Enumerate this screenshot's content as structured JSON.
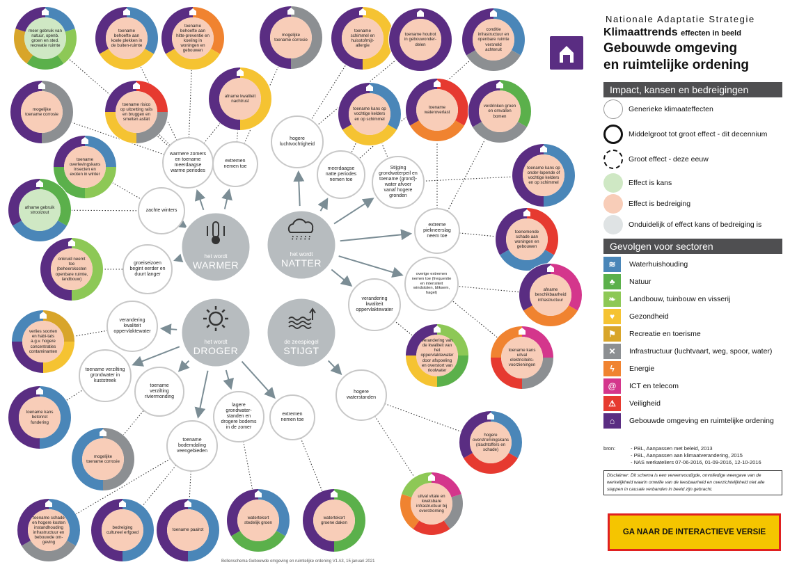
{
  "colors": {
    "water": "#4a86b8",
    "natuur": "#5bb04b",
    "landbouw": "#8dc856",
    "gezondheid": "#f5c332",
    "recreatie": "#d8a52a",
    "infra": "#8c8f92",
    "energie": "#f08330",
    "ict": "#d4368c",
    "veiligheid": "#e63a30",
    "gebouwd": "#5a2d82",
    "kans": "#cfe8c4",
    "bedreiging": "#f8cdb8",
    "onduidelijk": "#dfe3e4",
    "main": "#b7bcbf",
    "accent": "#f5c500"
  },
  "main_nodes": [
    {
      "small": "het wordt",
      "big": "WARMER",
      "icon": "thermometer-icon"
    },
    {
      "small": "het wordt",
      "big": "NATTER",
      "icon": "rain-cloud-icon"
    },
    {
      "small": "het wordt",
      "big": "DROGER",
      "icon": "sun-icon"
    },
    {
      "small": "de zeespiegel",
      "big": "STIJGT",
      "icon": "waves-icon"
    }
  ],
  "mid_nodes": [
    "warmere zomers en toename meerdaagse warme periodes",
    "extremen nemen toe",
    "zachte winters",
    "groeiseizoen begint eerder en duurt langer",
    "hogere luchtvochtigheid",
    "meerdaagse natte periodes nemen toe",
    "Stijging grondwaterpeil en toename (grond)-water afvoer vanaf hogere gronden",
    "extreme piekneerslag neem toe",
    "overige extremen nemen toe (frequentie en intensiteit windstoten, bliksem, hagel)",
    "verandering kwaliteit oppervlaktewater",
    "verandering kwaliteit oppervlaktewater",
    "toename verzilting grondwater in kuststreek",
    "toename verzilting riviermonding",
    "lagere grondwater-standen en drogere bodems in de zomer",
    "extremen nemen toe",
    "toename bodemdaling veengebieden",
    "hogere waterstanden"
  ],
  "effects": [
    {
      "text": "meer gebruik van natuur, openb. groen en sted. recreatie ruimte",
      "fill": "kans"
    },
    {
      "text": "toename behoefte aan koele plekken in de buiten-ruimte",
      "fill": "bedreiging"
    },
    {
      "text": "toename behoefte aan hitte-preventie en koeling in woningen en gebouwen",
      "fill": "bedreiging"
    },
    {
      "text": "mogelijke toename corrosie",
      "fill": "bedreiging"
    },
    {
      "text": "toename schimmel en huisstofmijt-allergie",
      "fill": "bedreiging"
    },
    {
      "text": "toename houtrot in gebouwonder-delen",
      "fill": "bedreiging"
    },
    {
      "text": "conditie infrastructuur en openbare ruimte versneld achteruit",
      "fill": "bedreiging"
    },
    {
      "text": "afname kwaliteit nachtrust",
      "fill": "bedreiging"
    },
    {
      "text": "mogelijke toename corrosie",
      "fill": "bedreiging"
    },
    {
      "text": "toename risico op uitzetting rails en bruggen en smelten asfalt",
      "fill": "bedreiging"
    },
    {
      "text": "toename kans op vochtige kelders en op schimmel",
      "fill": "bedreiging"
    },
    {
      "text": "toename wateroverlast",
      "fill": "bedreiging"
    },
    {
      "text": "verdrinken groen en omvallen bomen",
      "fill": "bedreiging"
    },
    {
      "text": "toename overlevingskans insecten en exoten in winter",
      "fill": "bedreiging"
    },
    {
      "text": "toename kans op onder-lopende of vochtige kelders en op schimmel",
      "fill": "bedreiging"
    },
    {
      "text": "afname gebruik strooizout",
      "fill": "kans"
    },
    {
      "text": "toenemende schade aan woningen en gebouwen",
      "fill": "bedreiging"
    },
    {
      "text": "onkruid neemt toe (beheerskosten openbare ruimte, landbouw)",
      "fill": "bedreiging"
    },
    {
      "text": "afname beschikbaarheid infrastructuur",
      "fill": "bedreiging"
    },
    {
      "text": "verlies soorten en habi-tats a.g.v. hogere concentraties contaminanten",
      "fill": "bedreiging"
    },
    {
      "text": "verandering van de kwaliteit van het oppervlaktewater door afspoeling en overstort van rioolwater",
      "fill": "bedreiging"
    },
    {
      "text": "toename kans uitval elektriciteits-voorzieningen",
      "fill": "bedreiging"
    },
    {
      "text": "toename kans betonrot fundering",
      "fill": "bedreiging"
    },
    {
      "text": "mogelijke toename corrosie",
      "fill": "bedreiging"
    },
    {
      "text": "hogere overstromingskans (slachtoffers en schade)",
      "fill": "bedreiging"
    },
    {
      "text": "uitval vitale en kwetsbare infrastructuur bij overstroming",
      "fill": "bedreiging"
    },
    {
      "text": "watertekort stedelijk groen",
      "fill": "bedreiging"
    },
    {
      "text": "watertekort groene daken",
      "fill": "bedreiging"
    },
    {
      "text": "toename schade en hogere kosten instandhouding infrastructuur en bebouwde om-geving",
      "fill": "bedreiging"
    },
    {
      "text": "bedreiging cultureel erfgoed",
      "fill": "bedreiging"
    },
    {
      "text": "toename paalrot",
      "fill": "bedreiging"
    }
  ],
  "footer": "Bollenschema  Gebouwde omgeving en ruimtelijke ordening  V1  A3, 15 januari 2021",
  "panel": {
    "strategy": "Nationale Adaptatie Strategie",
    "klimaattrends": "Klimaattrends",
    "effecten": "effecten in beeld",
    "title_line1": "Gebouwde omgeving",
    "title_line2": "en ruimtelijke ordening",
    "impact_header": "Impact, kansen en bedreigingen",
    "impact_legend": [
      "Generieke klimaateffecten",
      "Middelgroot tot groot effect - dit decennium",
      "Groot effect - deze eeuw",
      "Effect is kans",
      "Effect is bedreiging",
      "Onduidelijk of effect kans of bedreiging is"
    ],
    "sectors_header": "Gevolgen voor sectoren",
    "sectors": [
      {
        "label": "Waterhuishouding",
        "color": "#4a86b8",
        "icon": "water-icon"
      },
      {
        "label": "Natuur",
        "color": "#5bb04b",
        "icon": "tree-icon"
      },
      {
        "label": "Landbouw, tuinbouw en visserij",
        "color": "#8dc856",
        "icon": "leaf-icon"
      },
      {
        "label": "Gezondheid",
        "color": "#f5c332",
        "icon": "heart-icon"
      },
      {
        "label": "Recreatie en toerisme",
        "color": "#d8a52a",
        "icon": "runner-icon"
      },
      {
        "label": "Infrastructuur (luchtvaart, weg, spoor, water)",
        "color": "#8c8f92",
        "icon": "cross-roads-icon"
      },
      {
        "label": "Energie",
        "color": "#f08330",
        "icon": "lightning-icon"
      },
      {
        "label": "ICT en telecom",
        "color": "#d4368c",
        "icon": "at-icon"
      },
      {
        "label": "Veiligheid",
        "color": "#e63a30",
        "icon": "warning-icon"
      },
      {
        "label": "Gebouwde omgeving en ruimtelijke ordening",
        "color": "#5a2d82",
        "icon": "house-icon"
      }
    ],
    "bron_label": "bron:",
    "bron_items": [
      "- PBL, Aanpassen met beleid, 2013",
      "- PBL, Aanpassen aan klimaatverandering, 2015",
      "- NAS werkateliers 07-06-2016, 01-09-2016, 12-10-2016"
    ],
    "disclaimer": "Disclaimer: Dit schema  is een vereenvoudigde, onvolledige weergave van de werkelijkheid waarin omwille van de leesbaarheid en overzichtelijkheid niet alle stappen in causale verbanden in beeld zijn gebracht.",
    "cta": "GA NAAR DE INTERACTIEVE VERSIE"
  }
}
